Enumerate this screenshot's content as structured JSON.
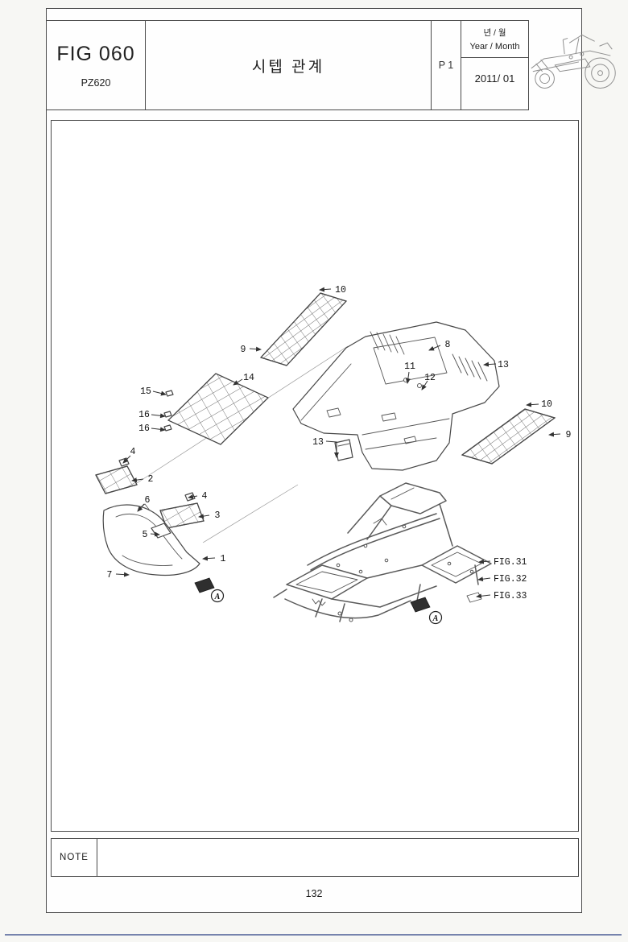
{
  "header": {
    "fig_label": "FIG 060",
    "model_code": "PZ620",
    "title": "시텝 관계",
    "page_ref": "P 1",
    "year_month_kr": "년 / 월",
    "year_month_en": "Year / Month",
    "date_value": "2011/ 01"
  },
  "footer": {
    "note_label": "NOTE",
    "page_number": "132"
  },
  "diagram": {
    "callouts": [
      "10",
      "9",
      "8",
      "13",
      "11",
      "12",
      "14",
      "15",
      "16",
      "16",
      "10",
      "9",
      "13",
      "4",
      "2",
      "6",
      "4",
      "3",
      "5",
      "1",
      "7"
    ],
    "figure_references": [
      "FIG.31",
      "FIG.32",
      "FIG.33"
    ],
    "detail_markers": [
      "A",
      "A"
    ]
  },
  "colors": {
    "frame_border": "#4a4a4a",
    "scan_edge_line": "#5f6fa0"
  }
}
